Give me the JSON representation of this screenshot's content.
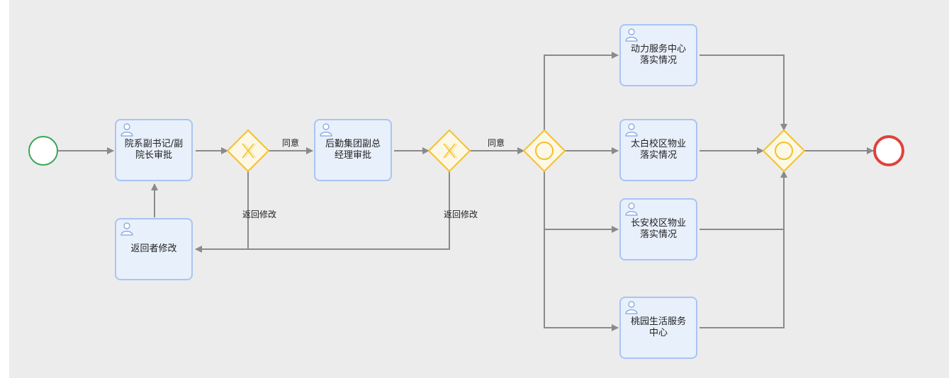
{
  "tasks": {
    "dept_approval": "院系副书记/副院长审批",
    "returner_edit": "返回者修改",
    "logistics_approval": "后勤集团副总经理审批",
    "power_service": "动力服务中心落实情况",
    "taibai_property": "太白校区物业落实情况",
    "changan_property": "长安校区物业落实情况",
    "taoyuan_service": "桃园生活服务中心"
  },
  "labels": {
    "agree_1": "同意",
    "agree_2": "同意",
    "return_1": "返回修改",
    "return_2": "返回修改"
  },
  "icons": {
    "task": "user-icon",
    "exclusive_gateway": "x-gateway-icon",
    "inclusive_gateway": "circle-gateway-icon"
  },
  "colors": {
    "start": "#3aa757",
    "end": "#e0413a",
    "gateway": "#f5c02a",
    "task_fill": "#e8f0fb",
    "task_border": "#a9c4f5",
    "flow": "#8a8a8a"
  }
}
